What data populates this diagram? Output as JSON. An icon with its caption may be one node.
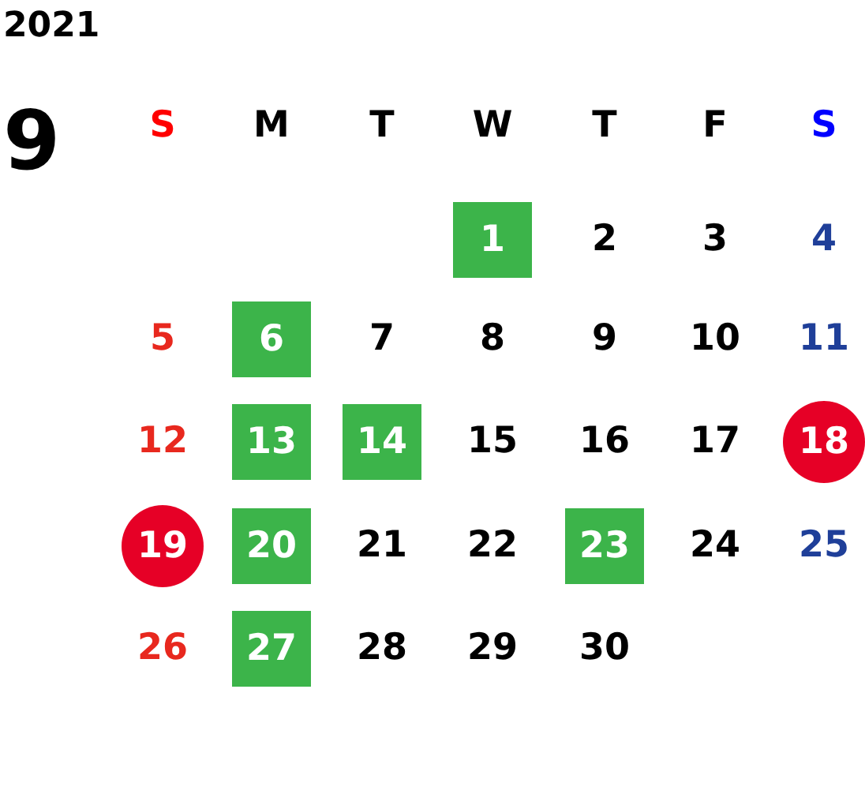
{
  "diagram": {
    "nodes": [
      {
        "text": [
          "1"
        ]
      },
      {
        "text": [
          "6"
        ]
      },
      {
        "text": [
          "13"
        ]
      },
      {
        "text": [
          "14"
        ]
      },
      {
        "text": [
          "18"
        ]
      },
      {
        "text": [
          "19"
        ]
      },
      {
        "text": [
          "20"
        ]
      },
      {
        "text": [
          "23"
        ]
      },
      {
        "text": [
          "27"
        ]
      }
    ],
    "labels": [
      "2021",
      "9",
      "S",
      "M",
      "T",
      "W",
      "T",
      "F",
      "S",
      "2",
      "3",
      "4",
      "5",
      "7",
      "8",
      "9",
      "10",
      "11",
      "12",
      "15",
      "16",
      "17",
      "21",
      "22",
      "24",
      "25",
      "26",
      "28",
      "29",
      "30"
    ]
  }
}
